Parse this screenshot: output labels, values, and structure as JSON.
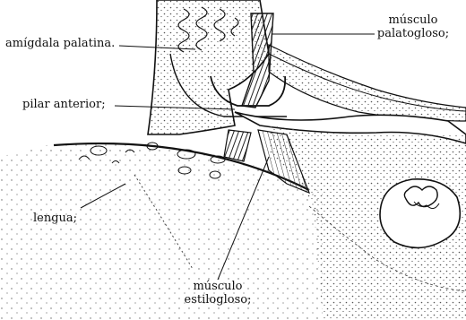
{
  "labels": {
    "amigdala": "amígdala palatina.",
    "pilar": "pilar anterior;",
    "lengua": "lengua;",
    "palatogloso_line1": "músculo",
    "palatogloso_line2": "palatogloso;",
    "estilogloso_line1": "músculo",
    "estilogloso_line2": "estilogloso;"
  },
  "colors": {
    "ink": "#111111",
    "stipple": "#555555",
    "muscle": "#222222",
    "background": "#ffffff"
  }
}
